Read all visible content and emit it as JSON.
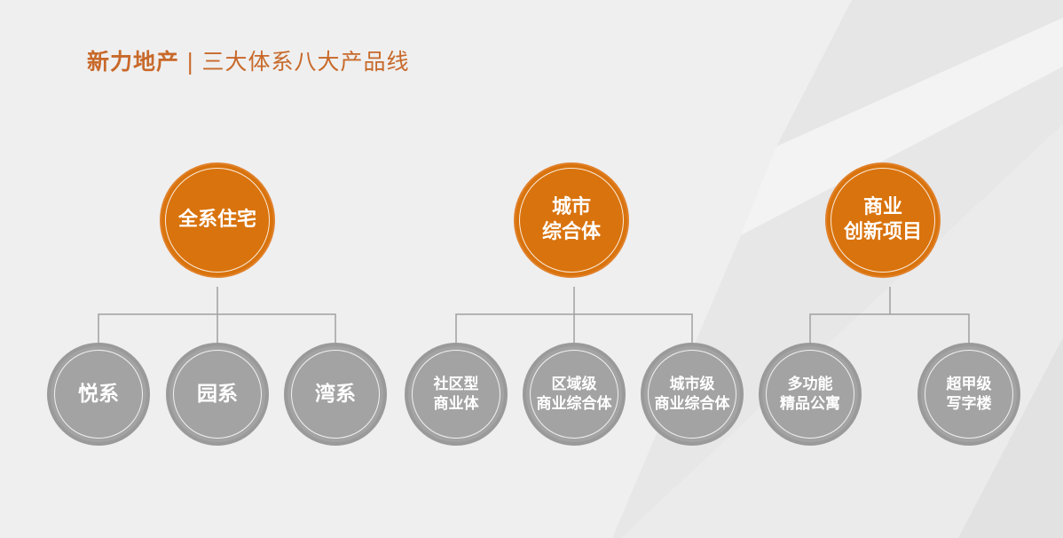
{
  "title": {
    "brand": "新力地产",
    "separator": "|",
    "subtitle": "三大体系八大产品线"
  },
  "colors": {
    "accent": "#d9730d",
    "child": "#a3a3a3",
    "title": "#c8692a"
  },
  "groups": [
    {
      "parent": {
        "lines": [
          "全系住宅"
        ]
      },
      "children": [
        {
          "lines": [
            "悦系"
          ]
        },
        {
          "lines": [
            "园系"
          ]
        },
        {
          "lines": [
            "湾系"
          ]
        }
      ]
    },
    {
      "parent": {
        "lines": [
          "城市",
          "综合体"
        ]
      },
      "children": [
        {
          "lines": [
            "社区型",
            "商业体"
          ]
        },
        {
          "lines": [
            "区域级",
            "商业综合体"
          ]
        },
        {
          "lines": [
            "城市级",
            "商业综合体"
          ]
        }
      ]
    },
    {
      "parent": {
        "lines": [
          "商业",
          "创新项目"
        ]
      },
      "children": [
        {
          "lines": [
            "多功能",
            "精品公寓"
          ]
        },
        {
          "lines": [
            "超甲级",
            "写字楼"
          ]
        }
      ]
    }
  ]
}
